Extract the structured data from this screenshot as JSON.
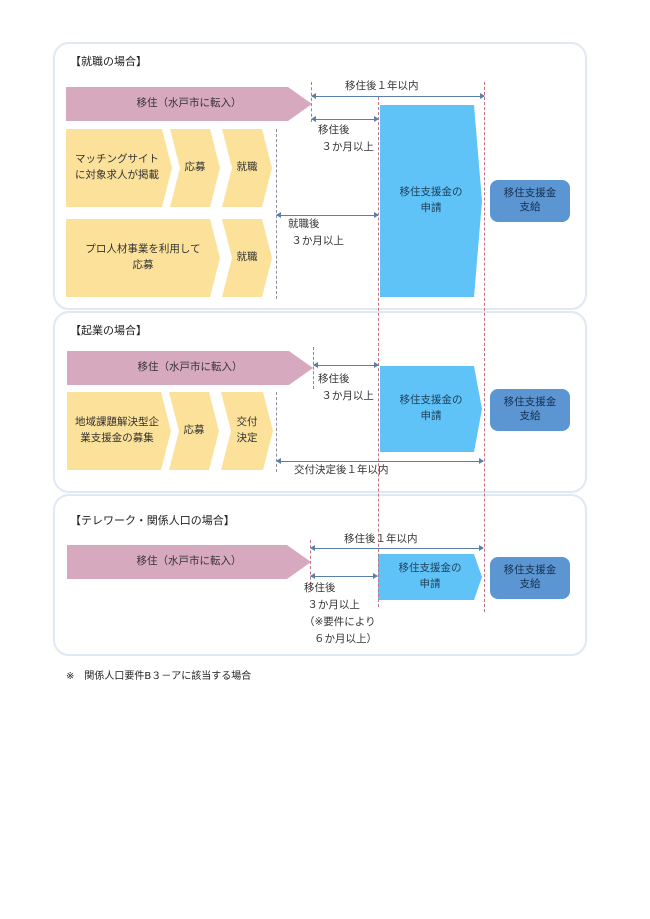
{
  "sections": [
    {
      "title": "【就職の場合】",
      "migration": "移住（水戸市に転入）",
      "rows": [
        {
          "steps": [
            "マッチングサイト\nに対象求人が掲載",
            "応募",
            "就職"
          ]
        },
        {
          "steps": [
            "プロ人材事業を利用して\n応募",
            "就職"
          ]
        }
      ],
      "period_top": "移住後１年以内",
      "period_after_move": "移住後\n ３か月以上",
      "period_after_job": "就職後\n ３か月以上",
      "application": "移住支援金の\n申請",
      "payment": "移住支援金\n支給"
    },
    {
      "title": "【起業の場合】",
      "migration": "移住（水戸市に転入）",
      "rows": [
        {
          "steps": [
            "地域課題解決型企\n業支援金の募集",
            "応募",
            "交付\n決定"
          ]
        }
      ],
      "period_after_move": "移住後\n ３か月以上",
      "period_bottom": "交付決定後１年以内",
      "application": "移住支援金の\n申請",
      "payment": "移住支援金\n支給"
    },
    {
      "title": "【テレワーク・関係人口の場合】",
      "migration": "移住（水戸市に転入）",
      "period_top": "移住後１年以内",
      "period_after_move": "移住後\n ３か月以上\n（※要件により\n   ６か月以上）",
      "application": "移住支援金の\n申請",
      "payment": "移住支援金\n支給"
    }
  ],
  "footnote": "※　関係人口要件B３－アに該当する場合",
  "colors": {
    "migration": "#d7a9be",
    "steps": "#fbe19a",
    "application": "#5fc3f7",
    "payment": "#5b95d2",
    "panel_border": "#dfe8f3"
  }
}
